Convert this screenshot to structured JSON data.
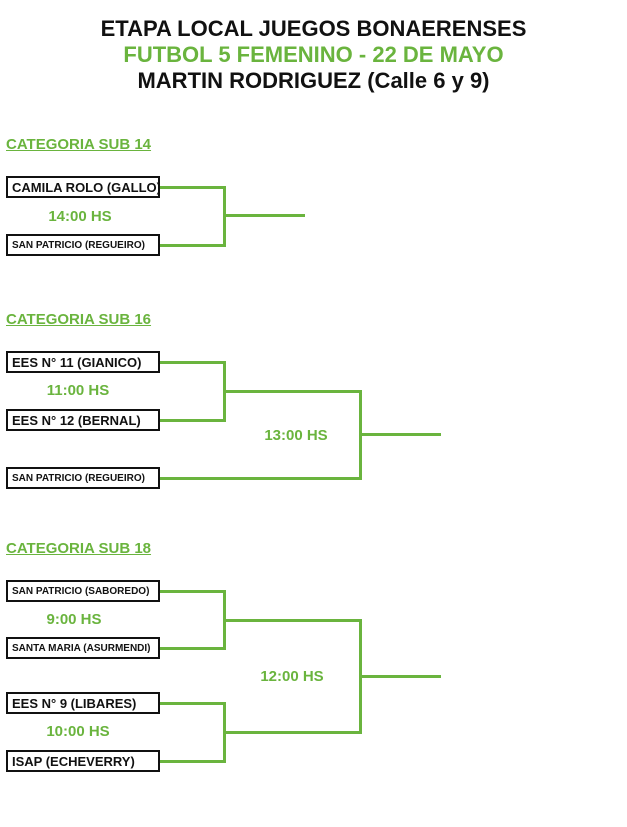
{
  "header": {
    "line1": "ETAPA LOCAL JUEGOS BONAERENSES",
    "line2": "FUTBOL 5 FEMENINO - 22 DE MAYO",
    "line3": "MARTIN RODRIGUEZ (Calle 6 y 9)"
  },
  "colors": {
    "accent": "#6ab43e",
    "text": "#111111"
  },
  "sub14": {
    "title": "CATEGORIA SUB 14",
    "team1": "CAMILA ROLO (GALLO)",
    "team2": "SAN PATRICIO (REGUEIRO)",
    "time": "14:00 HS"
  },
  "sub16": {
    "title": "CATEGORIA SUB 16",
    "team1": "EES N° 11 (GIANICO)",
    "team2": "EES N° 12 (BERNAL)",
    "team3": "SAN PATRICIO (REGUEIRO)",
    "time1": "11:00 HS",
    "time2": "13:00 HS"
  },
  "sub18": {
    "title": "CATEGORIA SUB 18",
    "team1": "SAN PATRICIO (SABOREDO)",
    "team2": "SANTA MARIA (ASURMENDI)",
    "team3": "EES N° 9 (LIBARES)",
    "team4": "ISAP (ECHEVERRY)",
    "time1": "9:00 HS",
    "time2": "10:00 HS",
    "time3": "12:00 HS"
  }
}
